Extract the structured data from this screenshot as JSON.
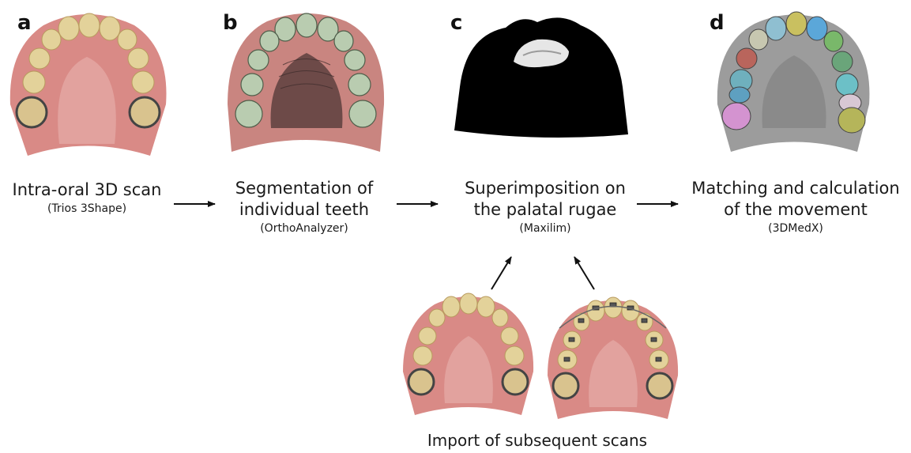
{
  "panels": [
    {
      "letter": "a",
      "title_lines": [
        "Intra-oral 3D scan"
      ],
      "software": "(Trios 3Shape)"
    },
    {
      "letter": "b",
      "title_lines": [
        "Segmentation of",
        "individual teeth"
      ],
      "software": "(OrthoAnalyzer)"
    },
    {
      "letter": "c",
      "title_lines": [
        "Superimposition on",
        "the palatal rugae"
      ],
      "software": "(Maxilim)"
    },
    {
      "letter": "d",
      "title_lines": [
        "Matching and calculation",
        "of the movement"
      ],
      "software": "(3DMedX)"
    }
  ],
  "bottom_caption": "Import of subsequent scans",
  "colors": {
    "gum": "#d98a86",
    "tooth": "#e3d29a",
    "segmented_tooth": "#b9ccb0",
    "gray_model": "#9c9c9c",
    "black_mask": "#000000",
    "arrow": "#111111"
  }
}
